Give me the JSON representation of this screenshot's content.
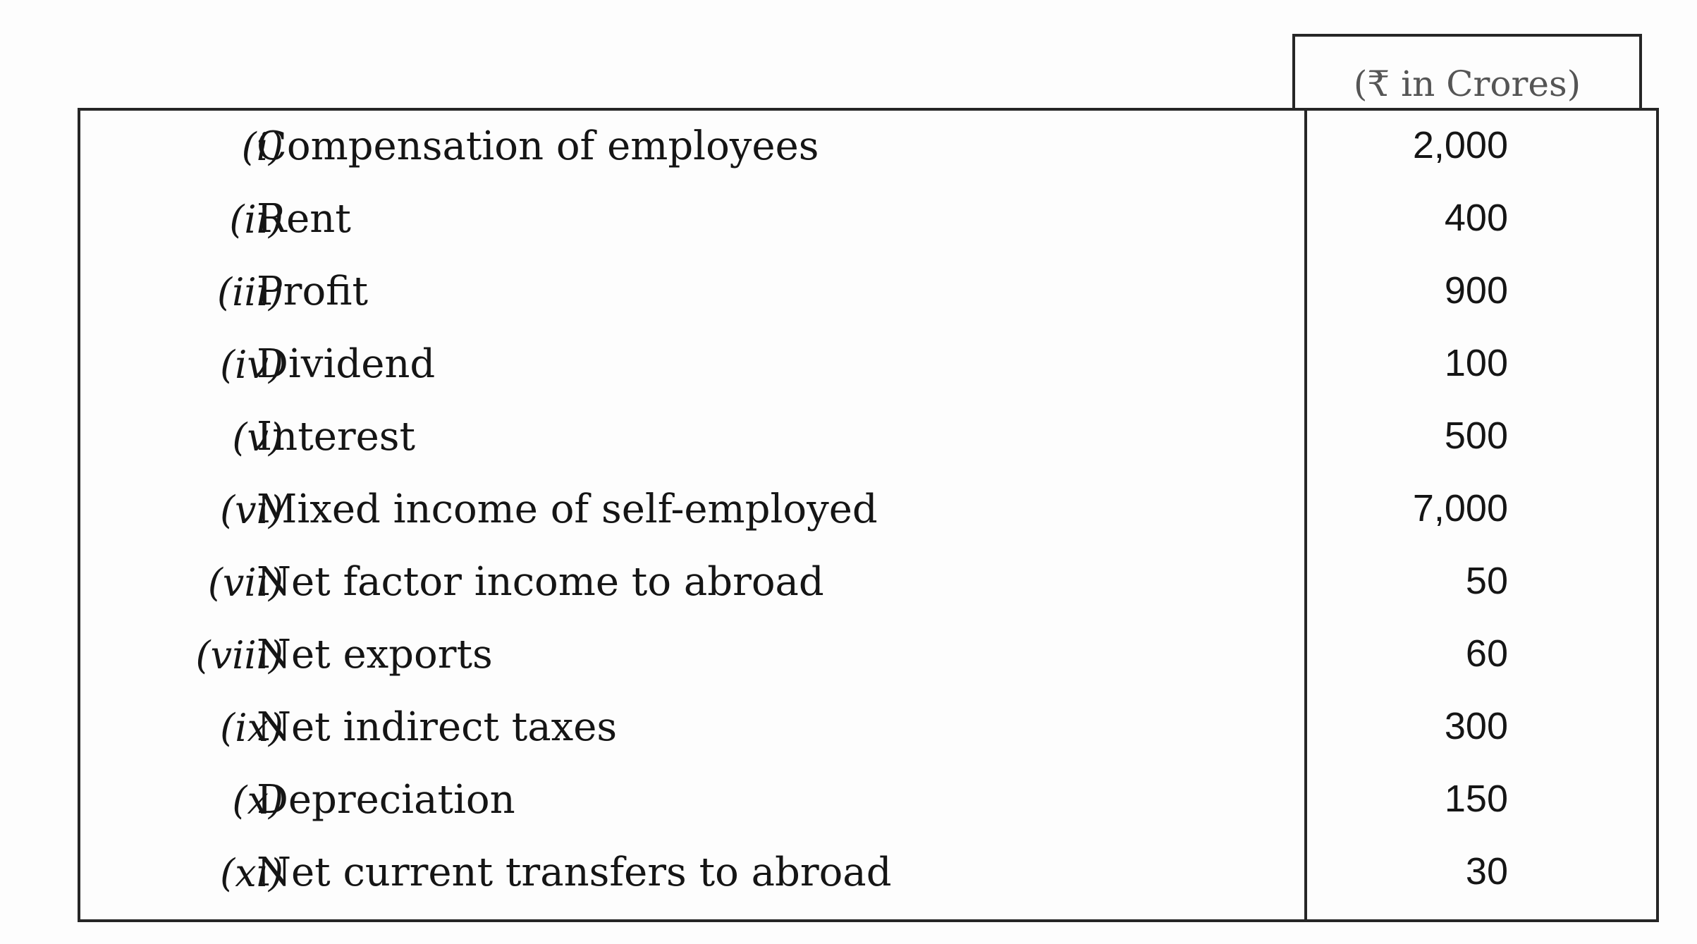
{
  "header": {
    "unit_label": "(₹ in Crores)"
  },
  "rows": [
    {
      "num": "(i)",
      "desc": "Compensation of employees",
      "value": "2,000"
    },
    {
      "num": "(ii)",
      "desc": "Rent",
      "value": "400"
    },
    {
      "num": "(iii)",
      "desc": "Profit",
      "value": "900"
    },
    {
      "num": "(iv)",
      "desc": "Dividend",
      "value": "100"
    },
    {
      "num": "(v)",
      "desc": "Interest",
      "value": "500"
    },
    {
      "num": "(vi)",
      "desc": "Mixed income of self-employed",
      "value": "7,000"
    },
    {
      "num": "(vii)",
      "desc": "Net factor income to abroad",
      "value": "50"
    },
    {
      "num": "(viii)",
      "desc": "Net exports",
      "value": "60"
    },
    {
      "num": "(ix)",
      "desc": "Net indirect taxes",
      "value": "300"
    },
    {
      "num": "(x)",
      "desc": "Depreciation",
      "value": "150"
    },
    {
      "num": "(xi)",
      "desc": "Net current transfers to abroad",
      "value": "30"
    }
  ]
}
